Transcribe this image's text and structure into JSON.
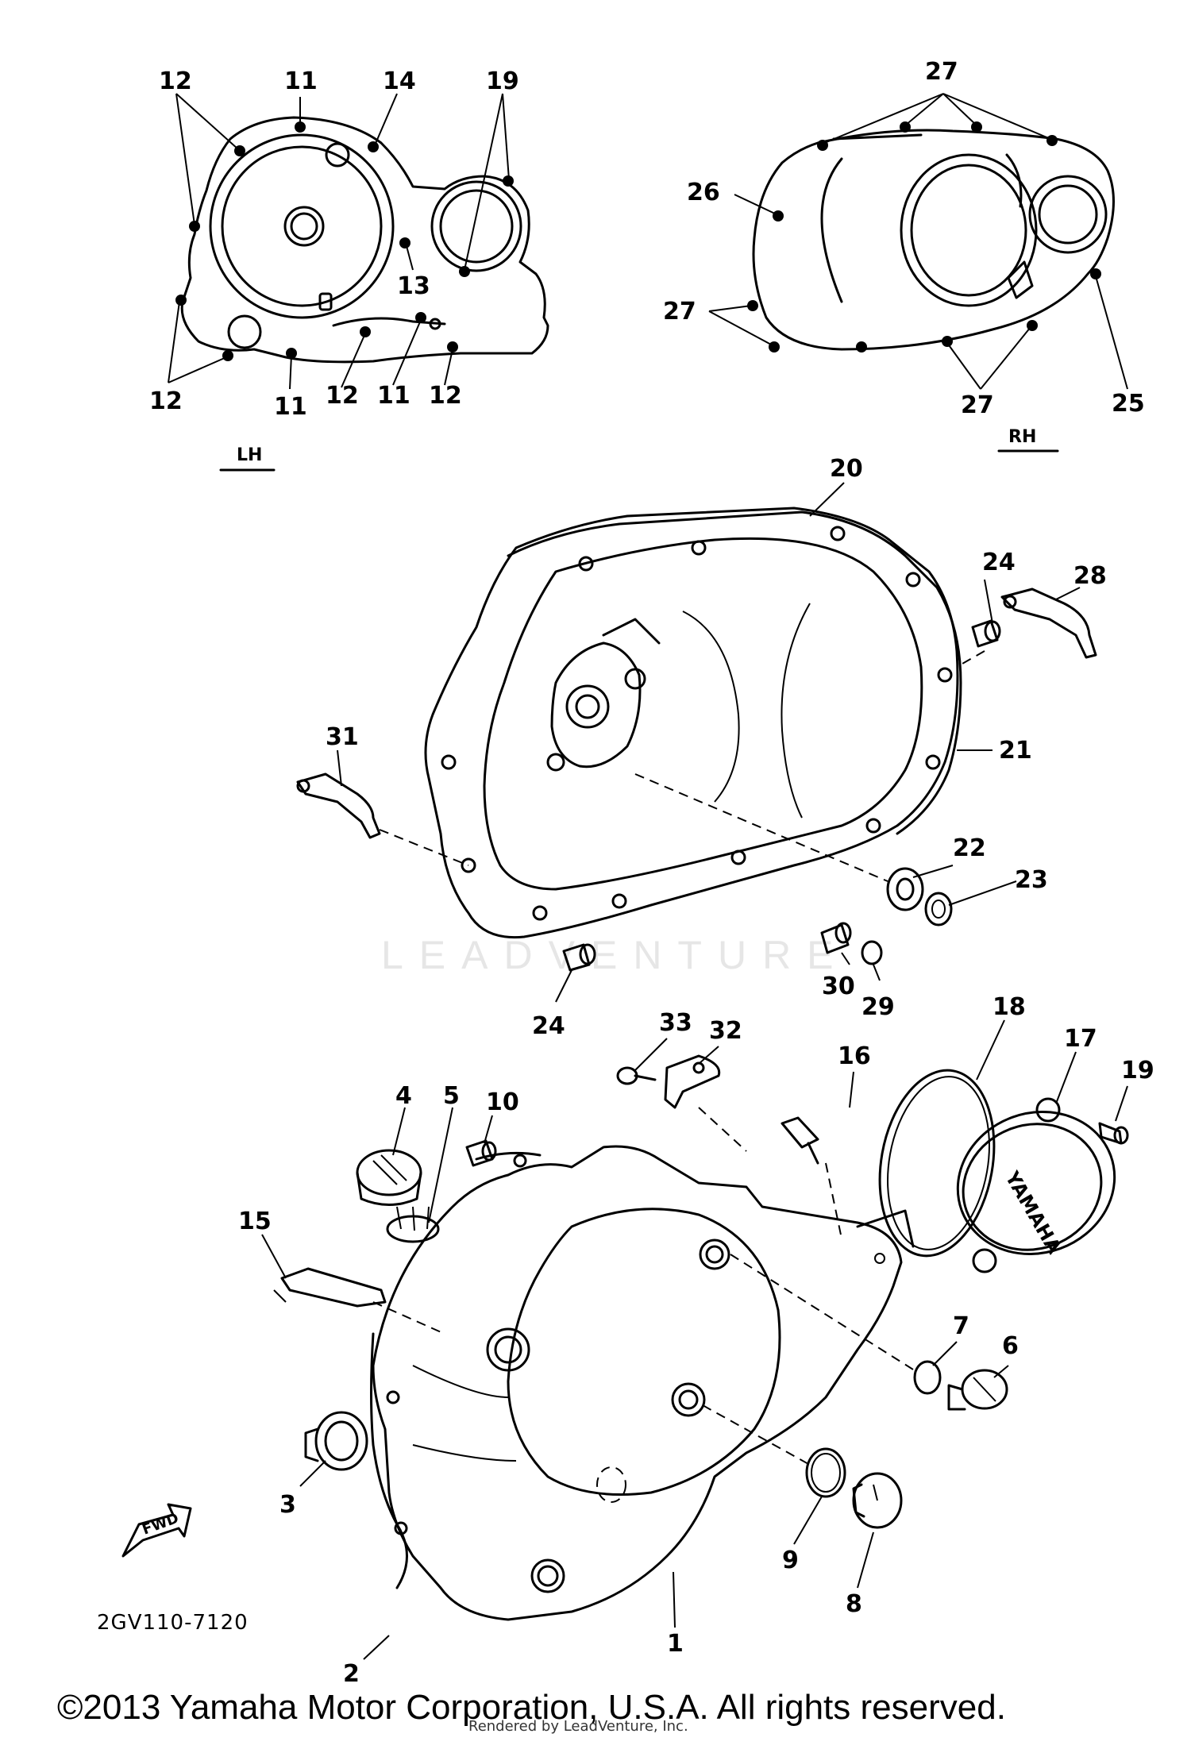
{
  "side_labels": {
    "left": "LH",
    "right": "RH"
  },
  "callouts": {
    "n1": "1",
    "n2": "2",
    "n3": "3",
    "n4": "4",
    "n5": "5",
    "n6": "6",
    "n7": "7",
    "n8": "8",
    "n9": "9",
    "n10": "10",
    "n11_a": "11",
    "n11_b": "11",
    "n11_c": "11",
    "n12_a": "12",
    "n12_b": "12",
    "n12_c": "12",
    "n12_d": "12",
    "n13": "13",
    "n14": "14",
    "n15": "15",
    "n16": "16",
    "n17": "17",
    "n18": "18",
    "n19_a": "19",
    "n19_b": "19",
    "n20": "20",
    "n21": "21",
    "n22": "22",
    "n23": "23",
    "n24_a": "24",
    "n24_b": "24",
    "n25": "25",
    "n26": "26",
    "n27_a": "27",
    "n27_b": "27",
    "n27_c": "27",
    "n28": "28",
    "n29": "29",
    "n30": "30",
    "n31": "31",
    "n32": "32",
    "n33": "33"
  },
  "figure_code": "2GV110-7120",
  "fwd_arrow_label": "FWD",
  "cover_logo_text": "YAMAHA",
  "watermark": "LEADVENTURE",
  "copyright": "©2013 Yamaha Motor Corporation, U.S.A. All rights reserved.",
  "rendered_by": "Rendered by LeadVenture, Inc."
}
